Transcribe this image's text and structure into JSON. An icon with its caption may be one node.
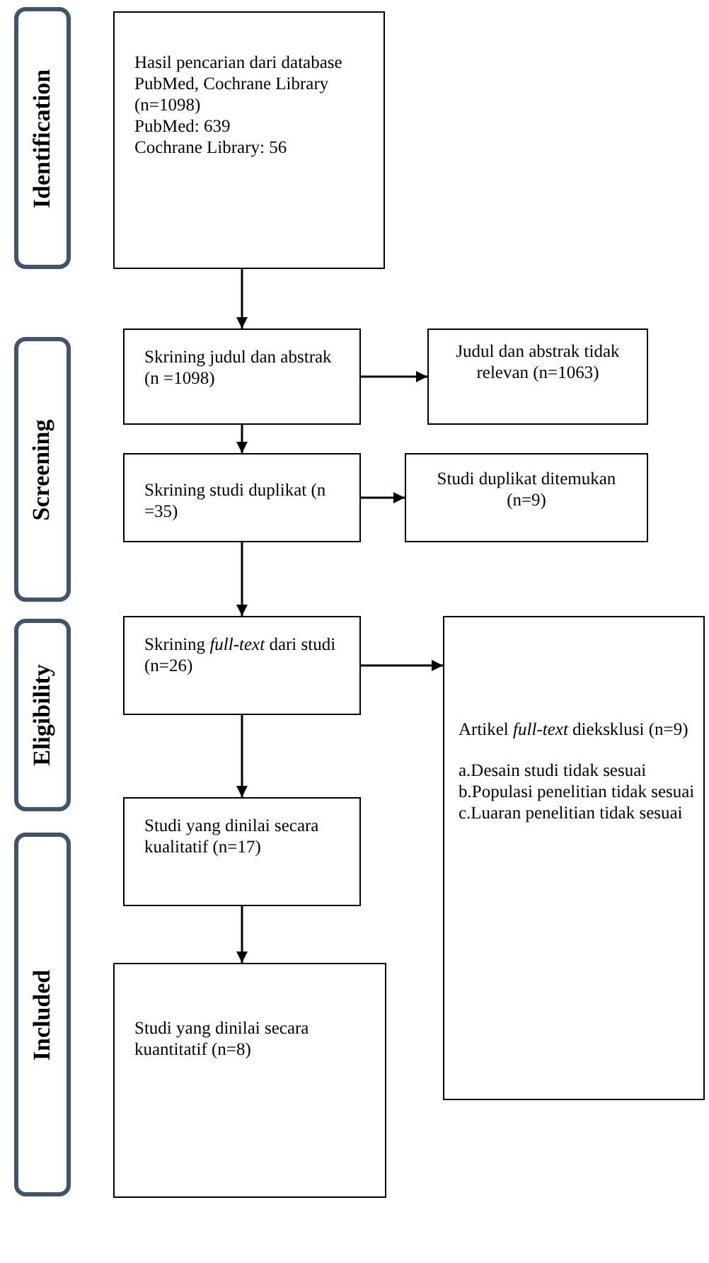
{
  "diagram": {
    "nodes": [
      {
        "text": [
          "Identification"
        ]
      },
      {
        "text": [
          "Hasil pencarian dari database PubMed, Cochrane Library (n=1098)",
          "PubMed: 639",
          "Cochrane Library: 56"
        ]
      },
      {
        "text": [
          "Screening"
        ]
      },
      {
        "text": [
          "Skrining judul dan abstrak (n =1098)"
        ]
      },
      {
        "text": [
          "Judul dan abstrak tidak relevan (n=1063)"
        ]
      },
      {
        "text": [
          "Skrining studi duplikat (n =35)"
        ]
      },
      {
        "text": [
          "Studi duplikat ditemukan (n=9)"
        ]
      },
      {
        "text": [
          "Eligibility"
        ]
      },
      {
        "text": [
          "Skrining *full-text* dari studi (n=26)"
        ]
      },
      {
        "text": [
          "Artikel *full-text* dieksklusi (n=9)",
          "a.Desain studi tidak sesuai",
          "b.Populasi penelitian tidak sesuai",
          "c.Luaran penelitian tidak sesuai"
        ]
      },
      {
        "text": [
          "Included"
        ]
      },
      {
        "text": [
          "Studi yang dinilai secara kualitatif (n=17)"
        ]
      },
      {
        "text": [
          "Studi yang dinilai secara kuantitatif (n=8)"
        ]
      }
    ],
    "edges": [
      {
        "from": 1,
        "to": 3,
        "arrow": "to"
      },
      {
        "from": 3,
        "to": 4,
        "arrow": "to"
      },
      {
        "from": 3,
        "to": 5,
        "arrow": "to"
      },
      {
        "from": 5,
        "to": 6,
        "arrow": "to"
      },
      {
        "from": 5,
        "to": 8,
        "arrow": "to"
      },
      {
        "from": 8,
        "to": 9,
        "arrow": "to"
      },
      {
        "from": 8,
        "to": 11,
        "arrow": "to"
      },
      {
        "from": 11,
        "to": 12,
        "arrow": "to"
      }
    ]
  }
}
